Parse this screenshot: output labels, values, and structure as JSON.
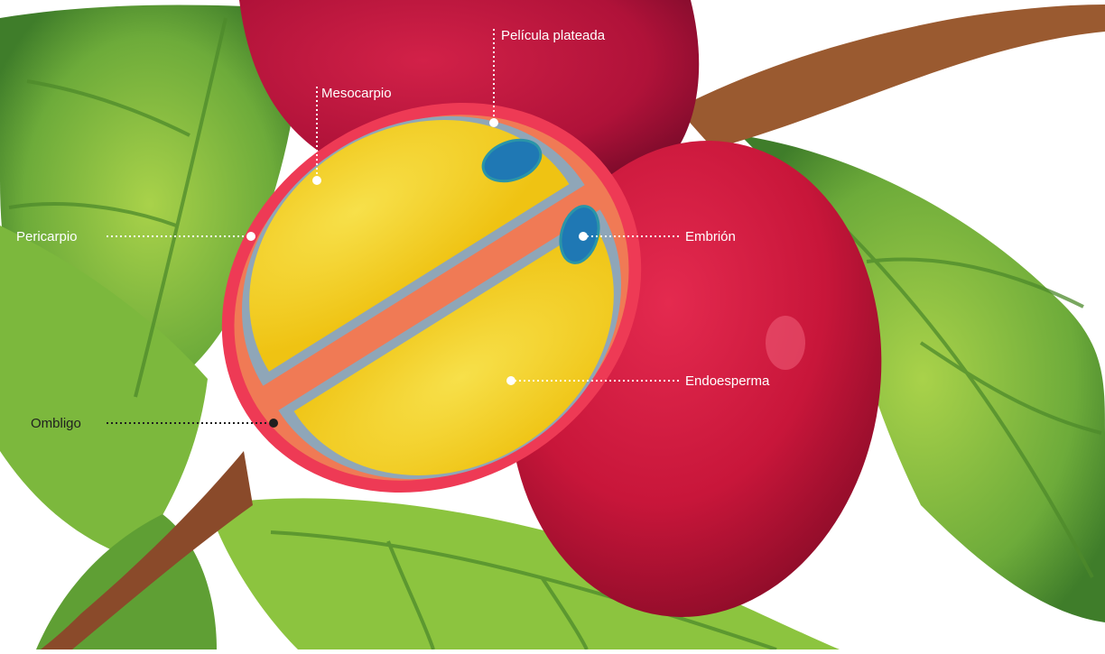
{
  "diagram": {
    "labels": {
      "pelicula": "Película plateada",
      "mesocarpio": "Mesocarpio",
      "pericarpio": "Pericarpio",
      "embrion": "Embrión",
      "endoesperma": "Endoesperma",
      "ombligo": "Ombligo"
    },
    "colors": {
      "leaf": "#6dab3a",
      "leaf_dark": "#3f7d2a",
      "branch": "#8a4a2a",
      "cherry": "#c8163a",
      "cherry_dark": "#9c0f2e",
      "pericarp": "#ee3a55",
      "mesocarp": "#f07a55",
      "silverskin": "#8fa6b8",
      "endosperm": "#f3d21c",
      "embryo": "#1f78b4",
      "leader_light": "#ffffff",
      "leader_dark": "#1f1f1f"
    }
  }
}
